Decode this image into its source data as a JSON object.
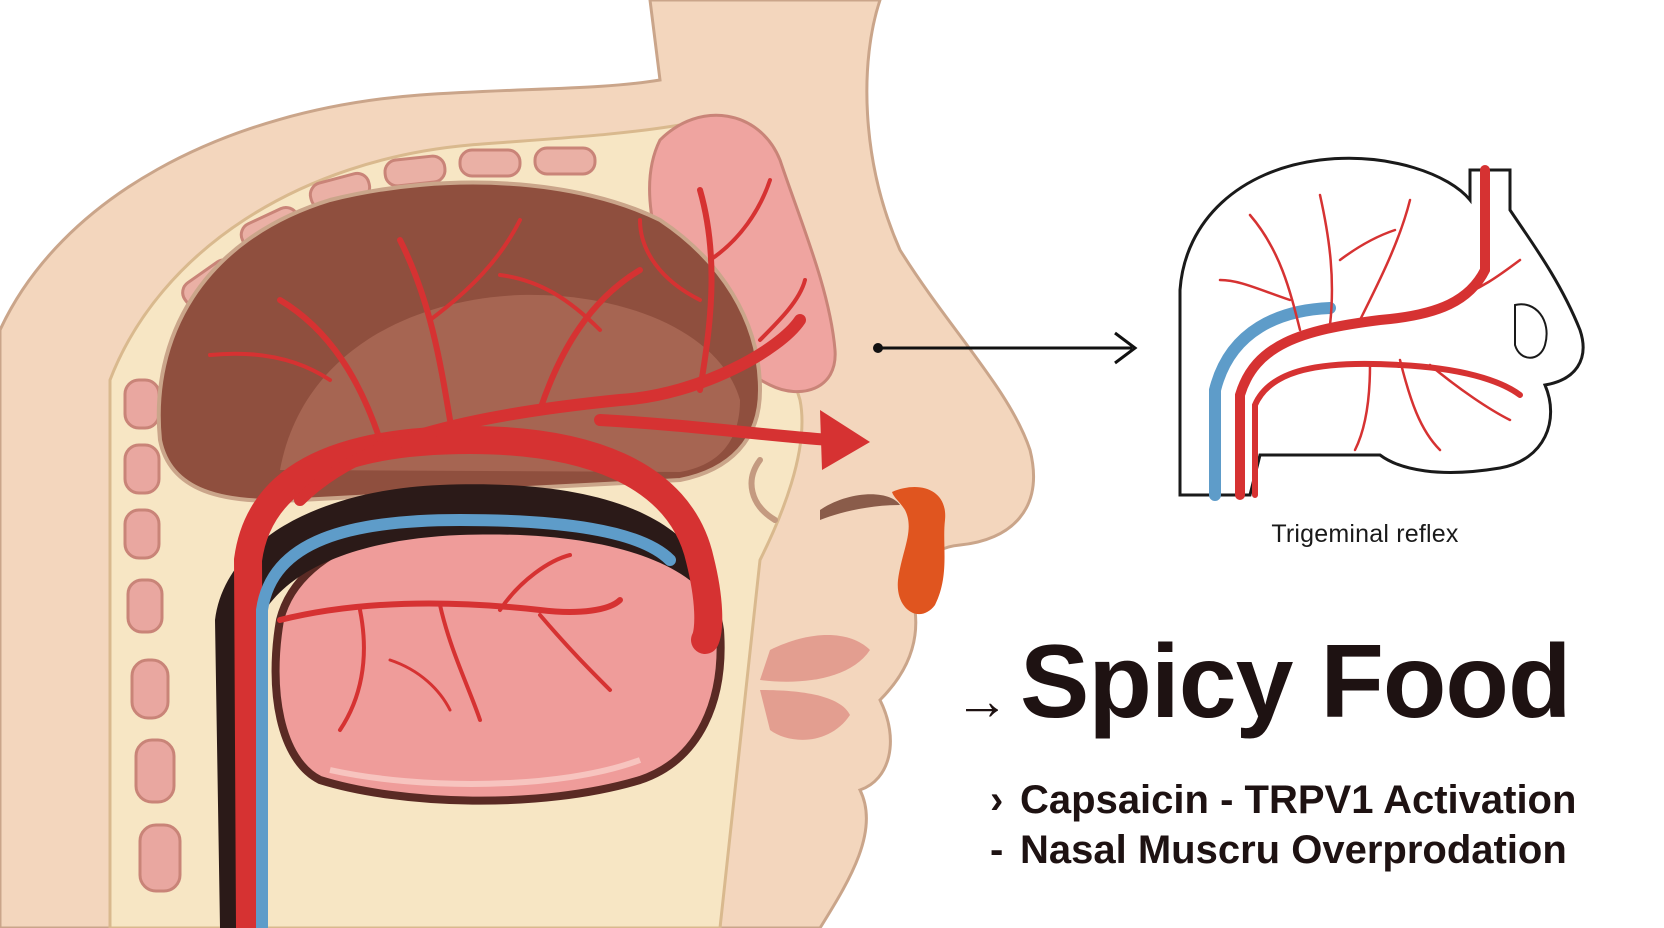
{
  "inset": {
    "caption": "Trigeminal reflex"
  },
  "heading": {
    "arrow": "→",
    "title": "Spicy Food"
  },
  "points": [
    {
      "bullet": "›",
      "text": "Capsaicin - TRPV1 Activation"
    },
    {
      "bullet": "-",
      "text": "Nasal Muscru Overprodation"
    }
  ],
  "colors": {
    "skin": "#f3d6bd",
    "bone": "#f7e6c4",
    "cavity": "#8f4f3e",
    "tissue": "#ef9c9a",
    "artery": "#d63232",
    "vein": "#5e9cc9",
    "drip": "#e0551f",
    "text": "#1e1212"
  },
  "icons": [
    "arrow-right-icon",
    "nasal-drip-icon"
  ]
}
